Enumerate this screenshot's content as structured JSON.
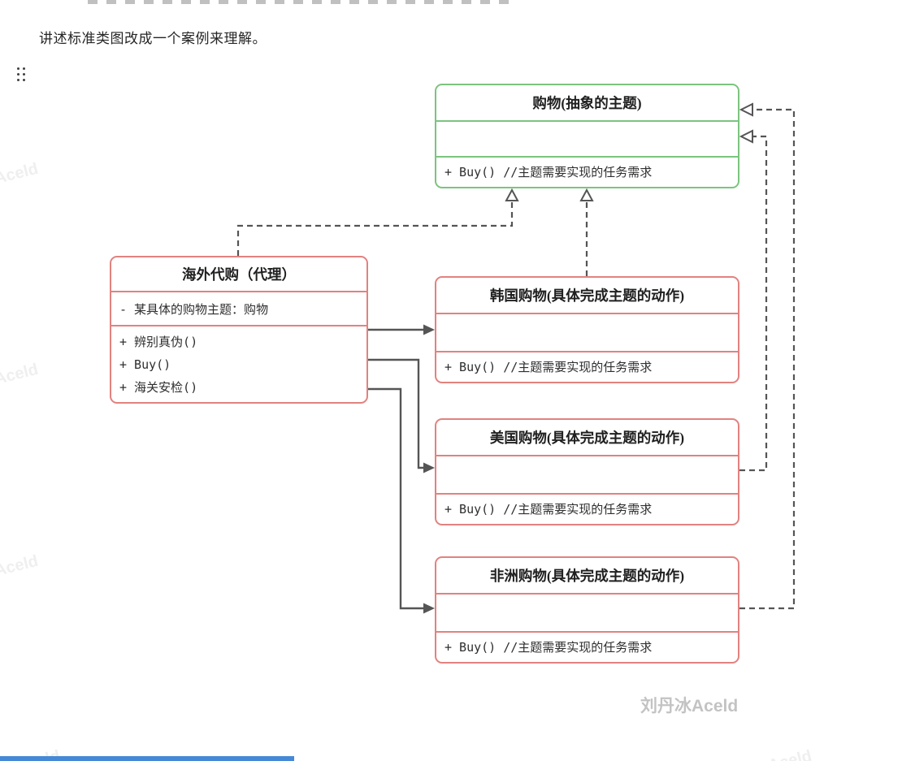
{
  "page": {
    "paragraph": "讲述标准类图改成一个案例来理解。",
    "watermark_main": "刘丹冰Aceld",
    "watermark_tile": "Aceld"
  },
  "diagram": {
    "subject": {
      "title": "购物(抽象的主题)",
      "attributes": "",
      "method": "+ Buy() //主题需要实现的任务需求"
    },
    "proxy": {
      "title": "海外代购（代理）",
      "attributes": "- 某具体的购物主题：购物",
      "methods": [
        "+ 辨别真伪()",
        "+ Buy()",
        "+ 海关安检()"
      ]
    },
    "korea": {
      "title": "韩国购物(具体完成主题的动作)",
      "attributes": "",
      "method": "+ Buy() //主题需要实现的任务需求"
    },
    "usa": {
      "title": "美国购物(具体完成主题的动作)",
      "attributes": "",
      "method": "+ Buy() //主题需要实现的任务需求"
    },
    "africa": {
      "title": "非洲购物(具体完成主题的动作)",
      "attributes": "",
      "method": "+ Buy() //主题需要实现的任务需求"
    },
    "colors": {
      "abstract_border": "#7cc47f",
      "concrete_border": "#e2827f",
      "connector": "#555555",
      "watermark_gray": "#c3c3c3",
      "highlight_bar_blue": "#4589d6"
    }
  }
}
